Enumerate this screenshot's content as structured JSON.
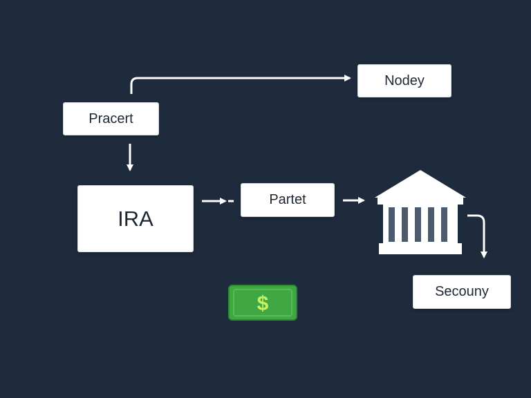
{
  "diagram": {
    "nodes": {
      "pracert": "Pracert",
      "nodey": "Nodey",
      "ira": "IRA",
      "partet": "Partet",
      "secouny": "Secouny"
    },
    "icons": {
      "bank": "bank-building-icon",
      "money": "dollar-bill-icon",
      "money_symbol": "$"
    },
    "colors": {
      "background": "#1e2b3c",
      "node_fill": "#ffffff",
      "connector": "#ffffff",
      "bank_column": "#4d5b6e",
      "money_fill": "#3fa843",
      "money_symbol": "#c9f060"
    }
  }
}
